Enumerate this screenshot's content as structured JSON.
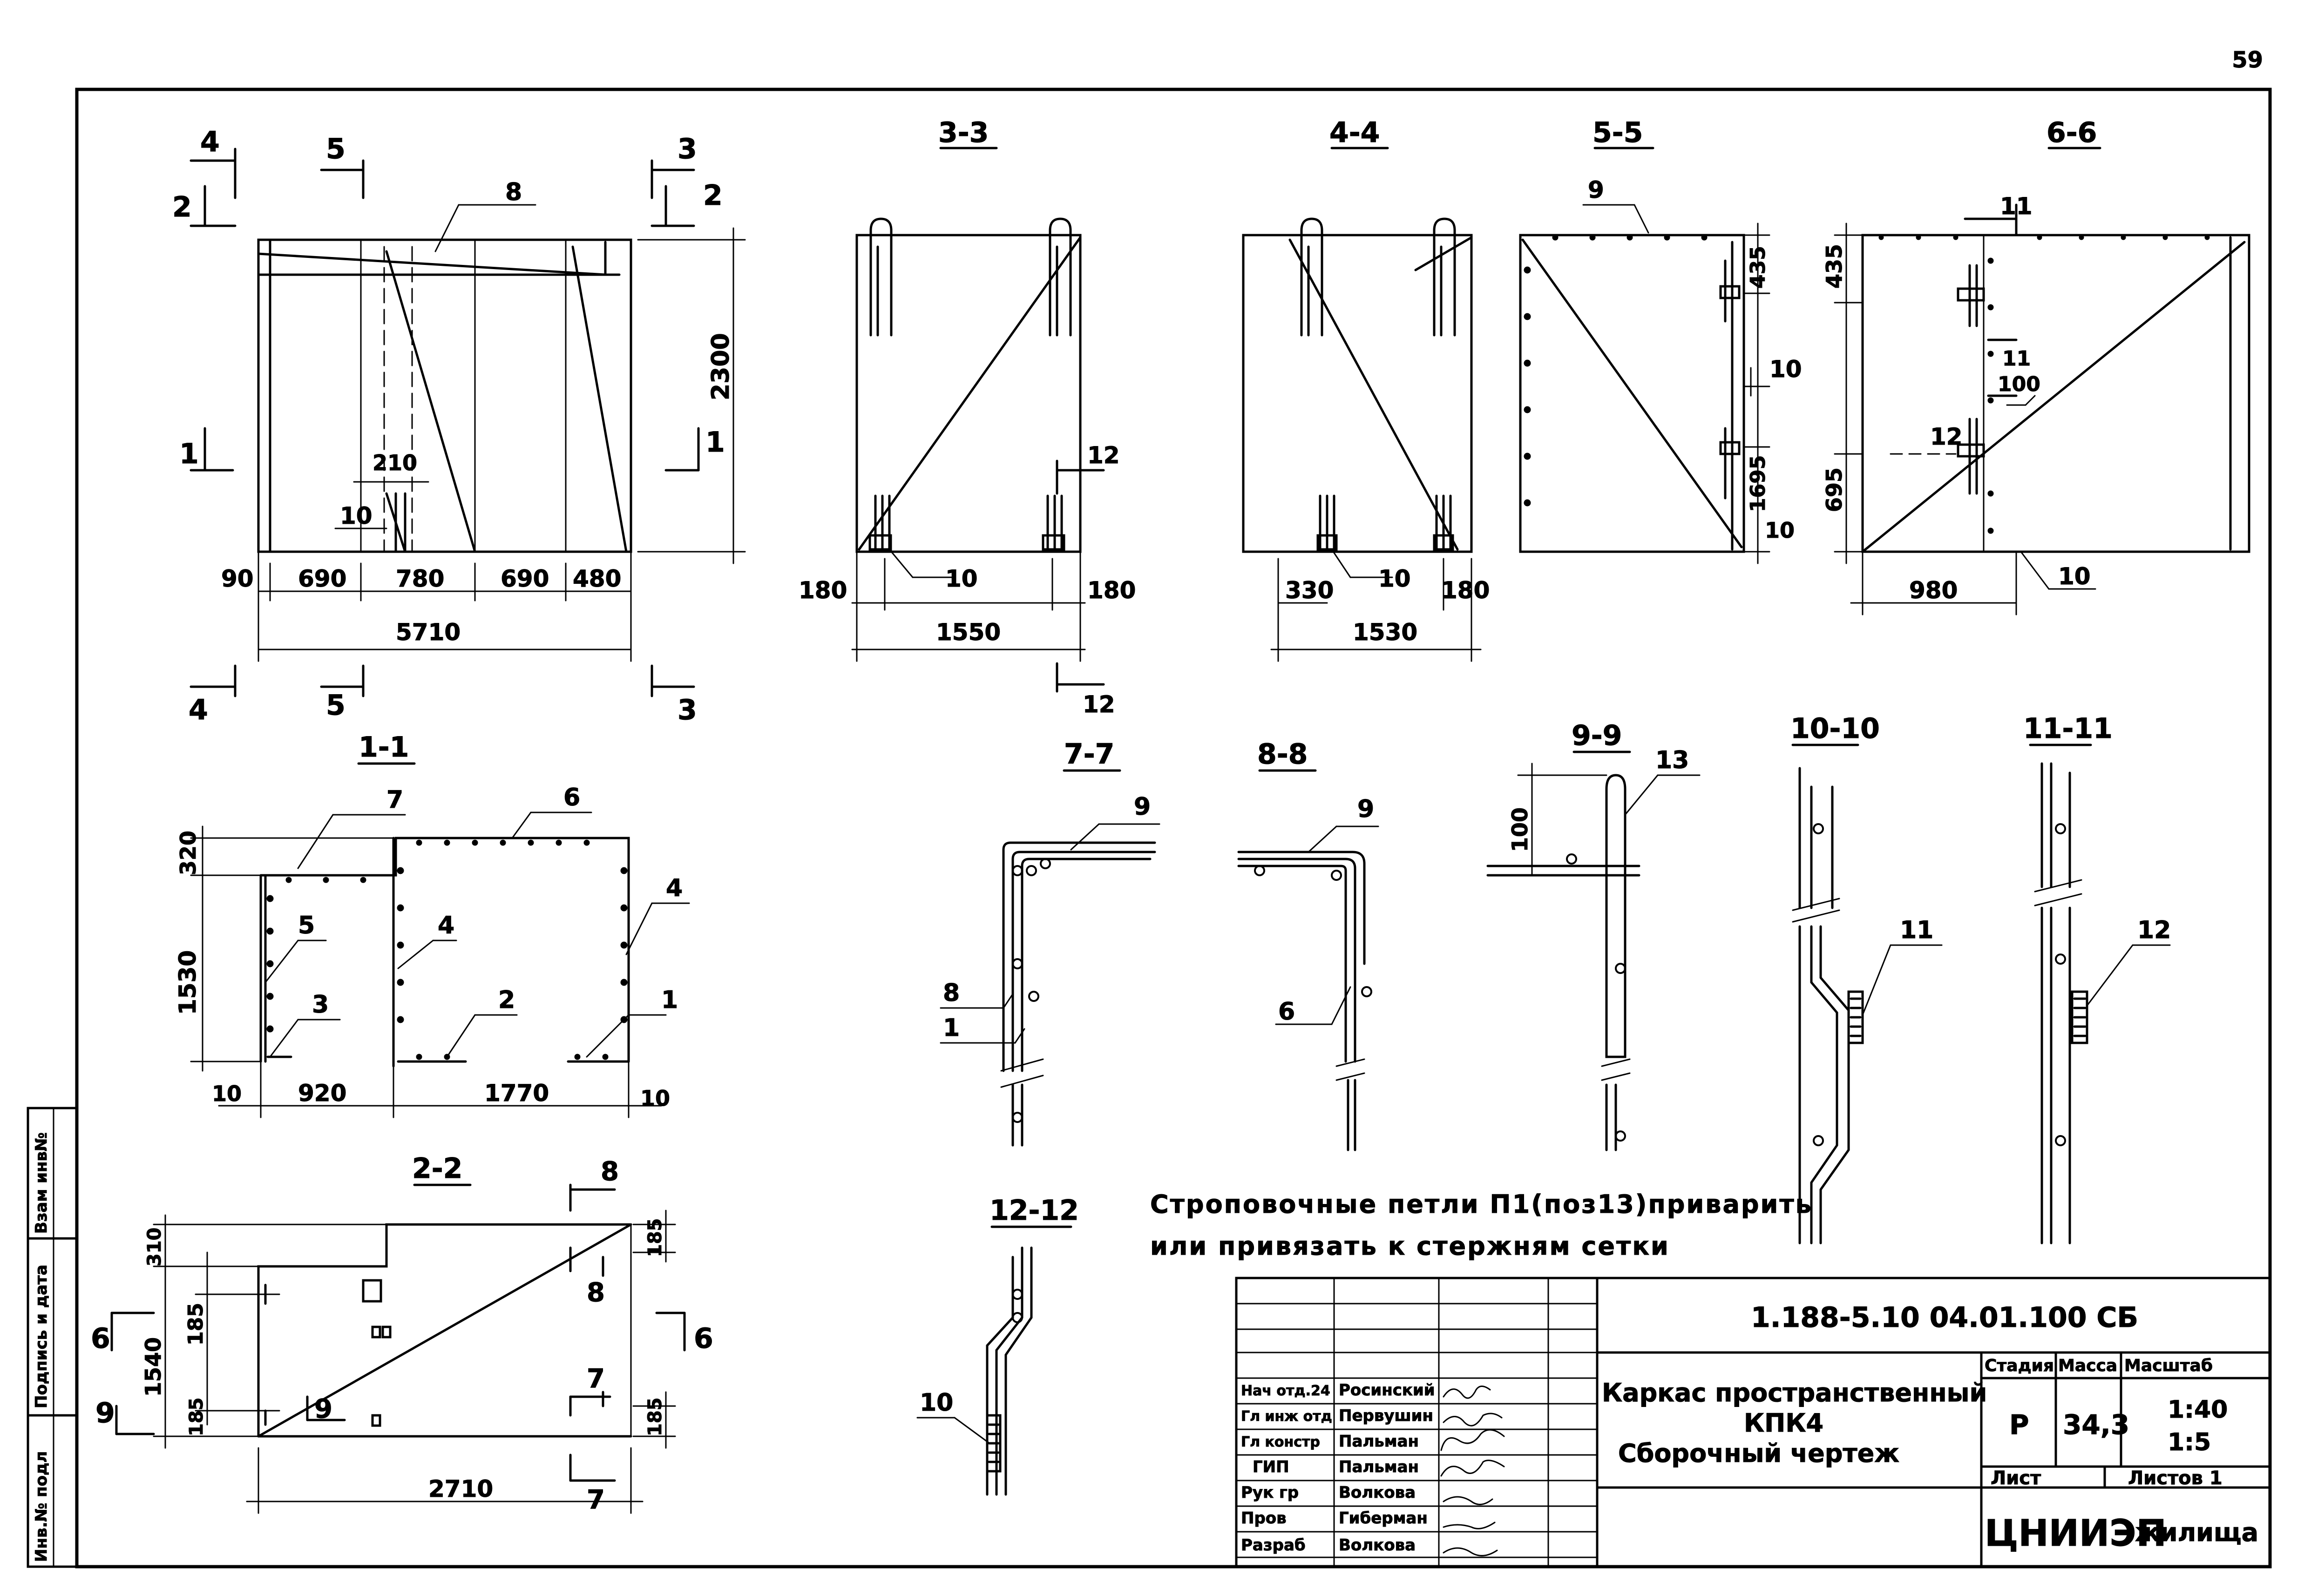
{
  "page_number": "59",
  "sections": {
    "plan": {
      "markers": {
        "m4_top": "4",
        "m5_top": "5",
        "m3_top": "3",
        "m2_left": "2",
        "m2_right": "2",
        "m1_left": "1",
        "m1_right": "1",
        "m4_bottom": "4",
        "m5_bottom": "5",
        "m3_bottom": "3"
      },
      "labels": {
        "pos8": "8",
        "pos10": "10",
        "d210": "210",
        "height": "2300"
      },
      "dims": [
        "90",
        "690",
        "780",
        "690",
        "480"
      ],
      "total": "5710"
    },
    "s33": {
      "title": "3-3",
      "pos10": "10",
      "pos12": "12",
      "pos12b": "12",
      "left": "180",
      "right": "180",
      "total": "1550"
    },
    "s44": {
      "title": "4-4",
      "pos10": "10",
      "left": "330",
      "right": "180",
      "total": "1530"
    },
    "s55": {
      "title": "5-5",
      "pos9": "9",
      "pos10a": "10",
      "pos10b": "10",
      "d435": "435",
      "d1695": "1695"
    },
    "s66": {
      "title": "6-6",
      "pos11a": "11",
      "pos11b": "11",
      "pos12": "12",
      "pos10": "10",
      "d435": "435",
      "d100": "100",
      "d695": "695",
      "d980": "980"
    },
    "s11": {
      "title": "1-1",
      "p7": "7",
      "p6": "6",
      "p5": "5",
      "p4a": "4",
      "p4b": "4",
      "p3": "3",
      "p2": "2",
      "p1": "1",
      "d320": "320",
      "d1530": "1530",
      "d10a": "10",
      "d920": "920",
      "d1770": "1770",
      "d10b": "10"
    },
    "s22": {
      "title": "2-2",
      "m8a": "8",
      "m8b": "8",
      "m6a": "6",
      "m6b": "6",
      "m9a": "9",
      "m9b": "9",
      "m7a": "7",
      "m7b": "7",
      "d310": "310",
      "d185a": "185",
      "d1540": "1540",
      "d185b": "185",
      "d185c": "185",
      "d185d": "185",
      "d2710": "2710"
    },
    "s77": {
      "title": "7-7",
      "p9": "9",
      "p8": "8",
      "p1": "1"
    },
    "s88": {
      "title": "8-8",
      "p9": "9",
      "p6": "6"
    },
    "s99": {
      "title": "9-9",
      "p13": "13",
      "d100": "100"
    },
    "s1010": {
      "title": "10-10",
      "p11": "11"
    },
    "s1111": {
      "title": "11-11",
      "p12": "12"
    },
    "s1212": {
      "title": "12-12",
      "p10": "10"
    }
  },
  "note": {
    "line1": "Строповочные петли П1(поз13)приварить",
    "line2": "или привязать к стержням сетки"
  },
  "side_stamp": {
    "box1": "Взам инв№",
    "box2": "Подпись и дата",
    "box3": "Инв.№ подл"
  },
  "title_block": {
    "code": "1.188-5.10   04.01.100 СБ",
    "name_line1": "Каркас пространственный",
    "name_line2": "КПК4",
    "name_line3": "Сборочный чертеж",
    "headers": {
      "stage": "Стадия",
      "mass": "Масса",
      "scale": "Масштаб"
    },
    "values": {
      "stage": "Р",
      "mass": "34,3",
      "scale1": "1:40",
      "scale2": "1:5"
    },
    "sheet": "Лист",
    "sheets": "Листов 1",
    "org_big": "ЦНИИЭП",
    "org_small": "жилища",
    "staff": [
      {
        "role": "Нач отд.24",
        "name": "Росинский"
      },
      {
        "role": "Гл инж отд",
        "name": "Первушин"
      },
      {
        "role": "Гл констр",
        "name": "Пальман"
      },
      {
        "role": "ГИП",
        "name": "Пальман"
      },
      {
        "role": "Рук гр",
        "name": "Волкова"
      },
      {
        "role": "Пров",
        "name": "Гиберман"
      },
      {
        "role": "Разраб",
        "name": "Волкова"
      }
    ]
  }
}
